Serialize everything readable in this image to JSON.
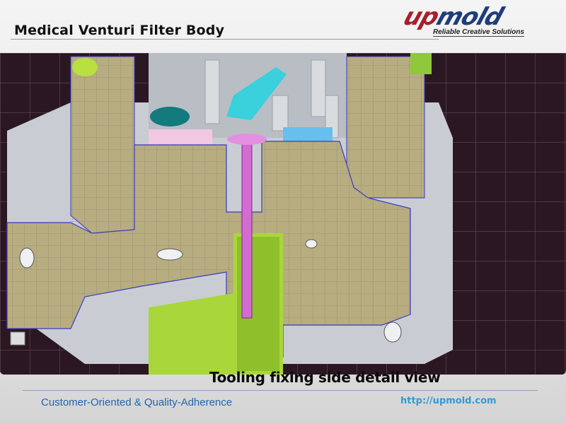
{
  "slide": {
    "title": "Medical Venturi Filter Body",
    "caption": "Tooling fixing side detail view",
    "footer_slogan": "Customer-Oriented & Quality-Adherence",
    "footer_url": "http://upmold.com"
  },
  "logo": {
    "word_part1": "up",
    "word_part2": "mold",
    "tagline": "Reliable Creative Solutions"
  },
  "colors": {
    "viewport_bg": "#2b1722",
    "plate": "#b7ad80",
    "core_pin": "#d46bd0",
    "green_part": "#a9d63a",
    "cyan_part": "#3ad0dc",
    "slogan": "#1f64b0",
    "url": "#2f9ad8"
  }
}
